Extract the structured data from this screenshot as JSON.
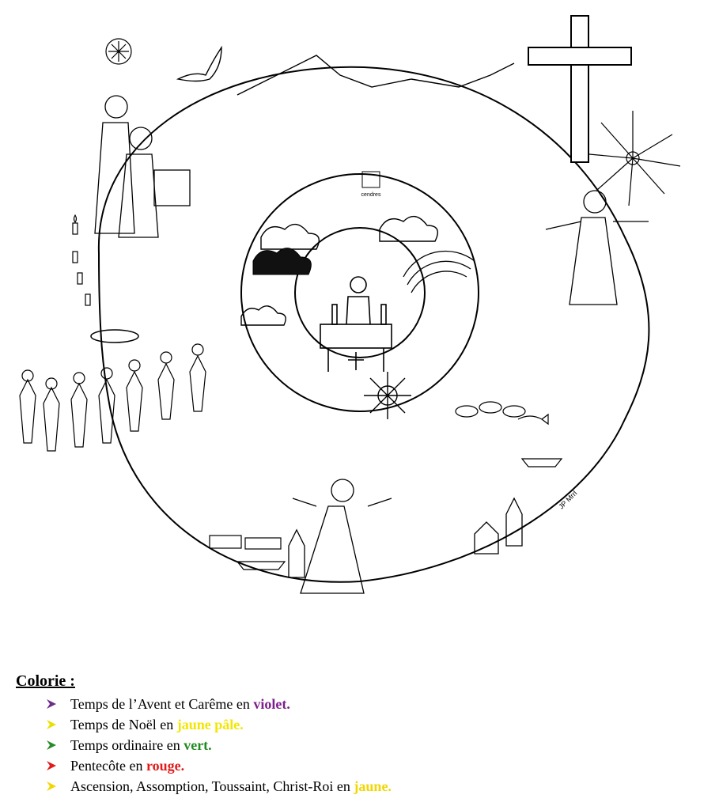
{
  "illustration": {
    "signature": "JP Mrrl",
    "ash_bowl_label": "cendres"
  },
  "legend": {
    "title": "Colorie :",
    "items": [
      {
        "text": "Temps de l’Avent et Carême en ",
        "color_word": "violet.",
        "color": "#7b1f8c",
        "bullet_color": "#6f2a8a"
      },
      {
        "text": "Temps de Noël en ",
        "color_word": "jaune pâle.",
        "color": "#f2e600",
        "bullet_color": "#e9df00"
      },
      {
        "text": "Temps ordinaire en ",
        "color_word": "vert.",
        "color": "#1f8a1f",
        "bullet_color": "#2a8a2a"
      },
      {
        "text": "Pentecôte en ",
        "color_word": "rouge.",
        "color": "#e01b1b",
        "bullet_color": "#e01b1b"
      },
      {
        "text": "Ascension, Assomption, Toussaint, Christ-Roi en ",
        "color_word": "jaune.",
        "color": "#f2d600",
        "bullet_color": "#f2d600"
      }
    ]
  }
}
